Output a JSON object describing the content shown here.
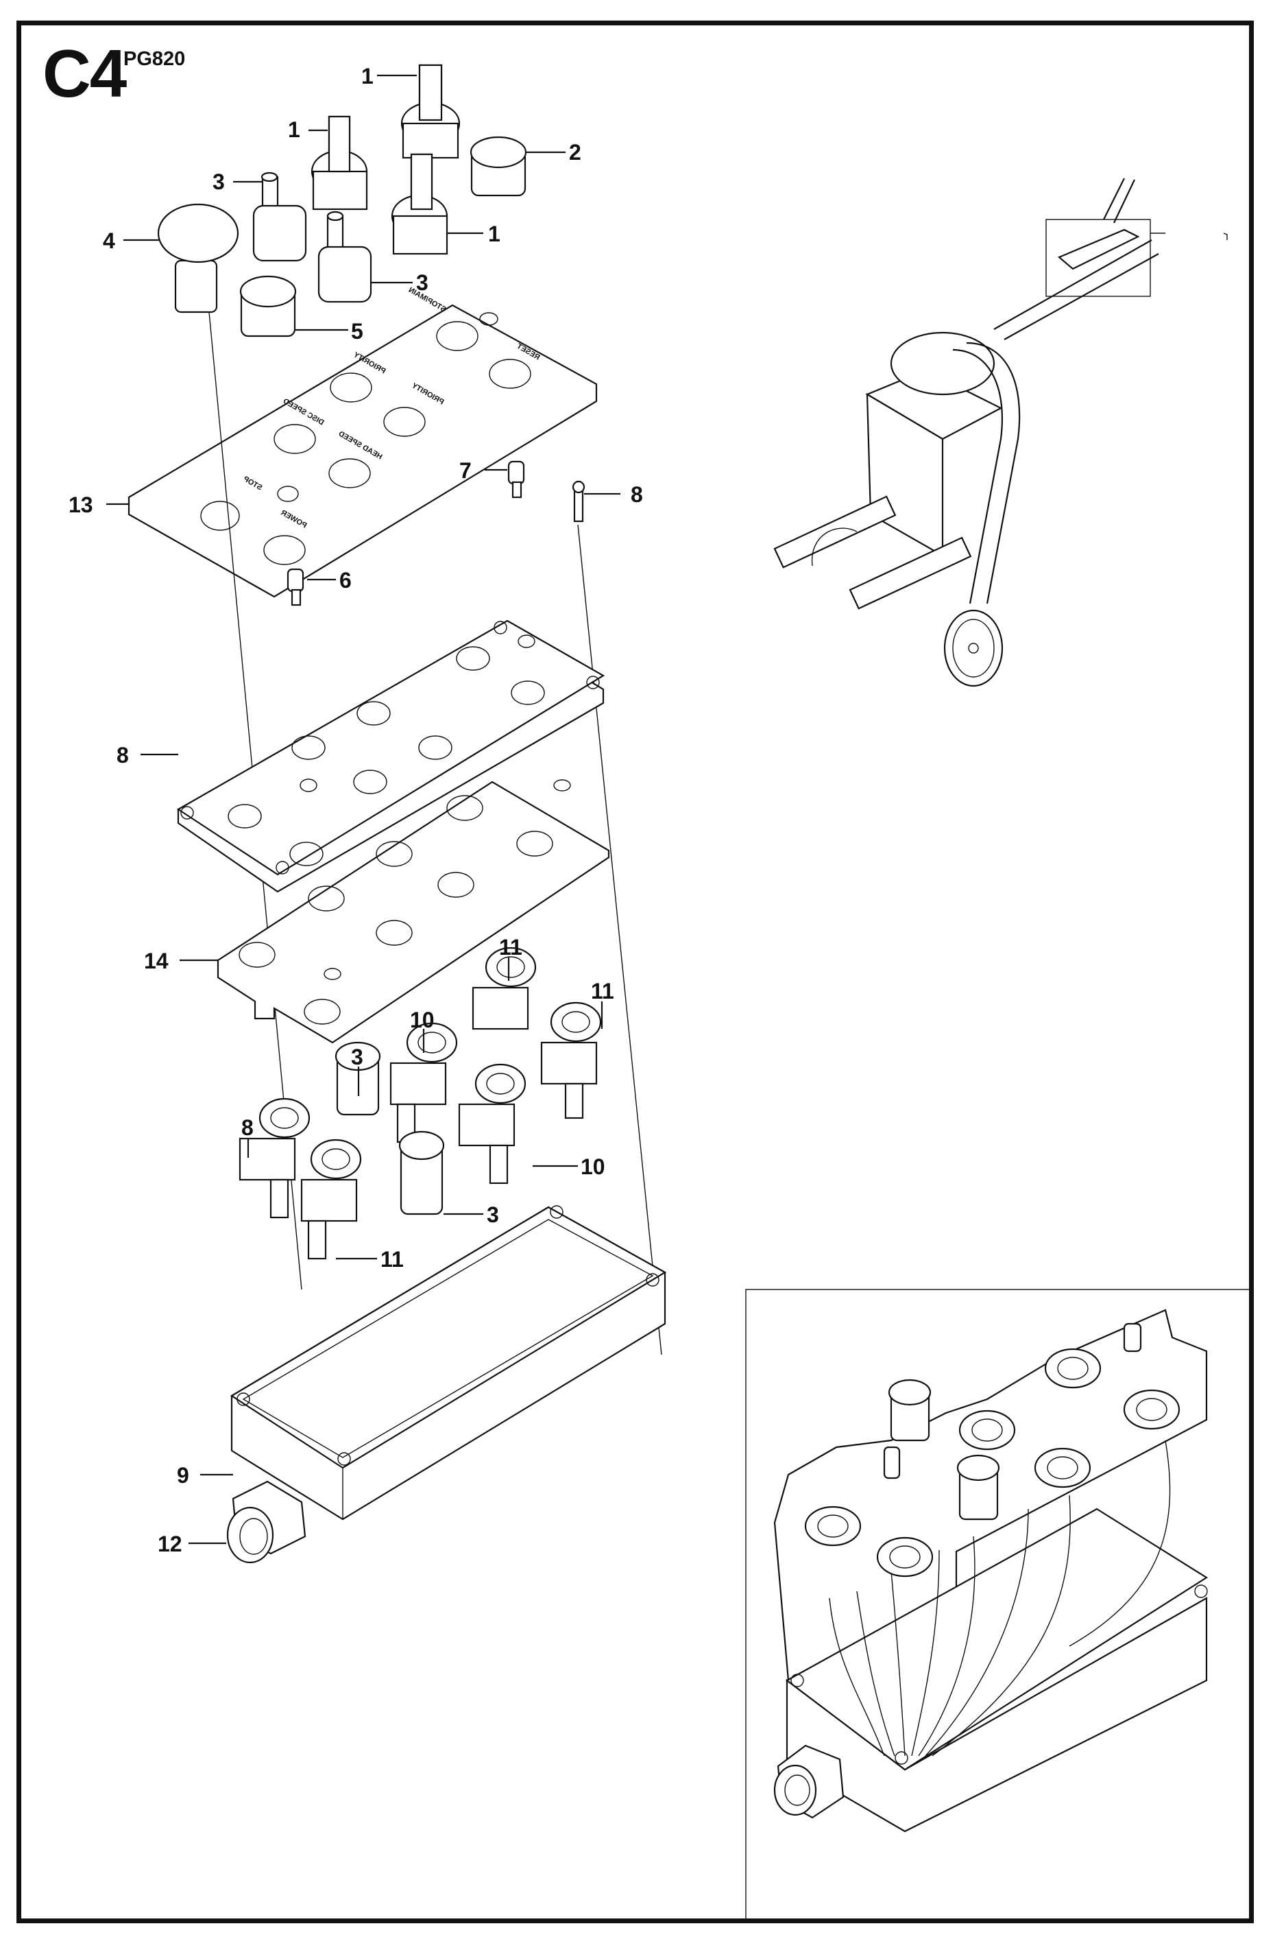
{
  "header": {
    "section": "C4",
    "model": "PG820"
  },
  "callouts": [
    {
      "id": "c1a",
      "label": "1"
    },
    {
      "id": "c1b",
      "label": "1"
    },
    {
      "id": "c1c",
      "label": "1"
    },
    {
      "id": "c2",
      "label": "2"
    },
    {
      "id": "c3a",
      "label": "3"
    },
    {
      "id": "c3b",
      "label": "3"
    },
    {
      "id": "c3c",
      "label": "3"
    },
    {
      "id": "c3d",
      "label": "3"
    },
    {
      "id": "c4",
      "label": "4"
    },
    {
      "id": "c5",
      "label": "5"
    },
    {
      "id": "c6",
      "label": "6"
    },
    {
      "id": "c7",
      "label": "7"
    },
    {
      "id": "c8a",
      "label": "8"
    },
    {
      "id": "c8b",
      "label": "8"
    },
    {
      "id": "c8c",
      "label": "8"
    },
    {
      "id": "c9",
      "label": "9"
    },
    {
      "id": "c10a",
      "label": "10"
    },
    {
      "id": "c10b",
      "label": "10"
    },
    {
      "id": "c11a",
      "label": "11"
    },
    {
      "id": "c11b",
      "label": "11"
    },
    {
      "id": "c11c",
      "label": "11"
    },
    {
      "id": "c12",
      "label": "12"
    },
    {
      "id": "c13",
      "label": "13"
    },
    {
      "id": "c14",
      "label": "14"
    }
  ],
  "panel_labels": [
    "STOP/MAIN",
    "RESET",
    "PRIORITY",
    "PRIORITY",
    "DISC SPEED",
    "HEAD SPEED",
    "STOP",
    "POWER"
  ],
  "views": {
    "overview": "machine-overview",
    "detail": "assembled-control-box-detail"
  }
}
